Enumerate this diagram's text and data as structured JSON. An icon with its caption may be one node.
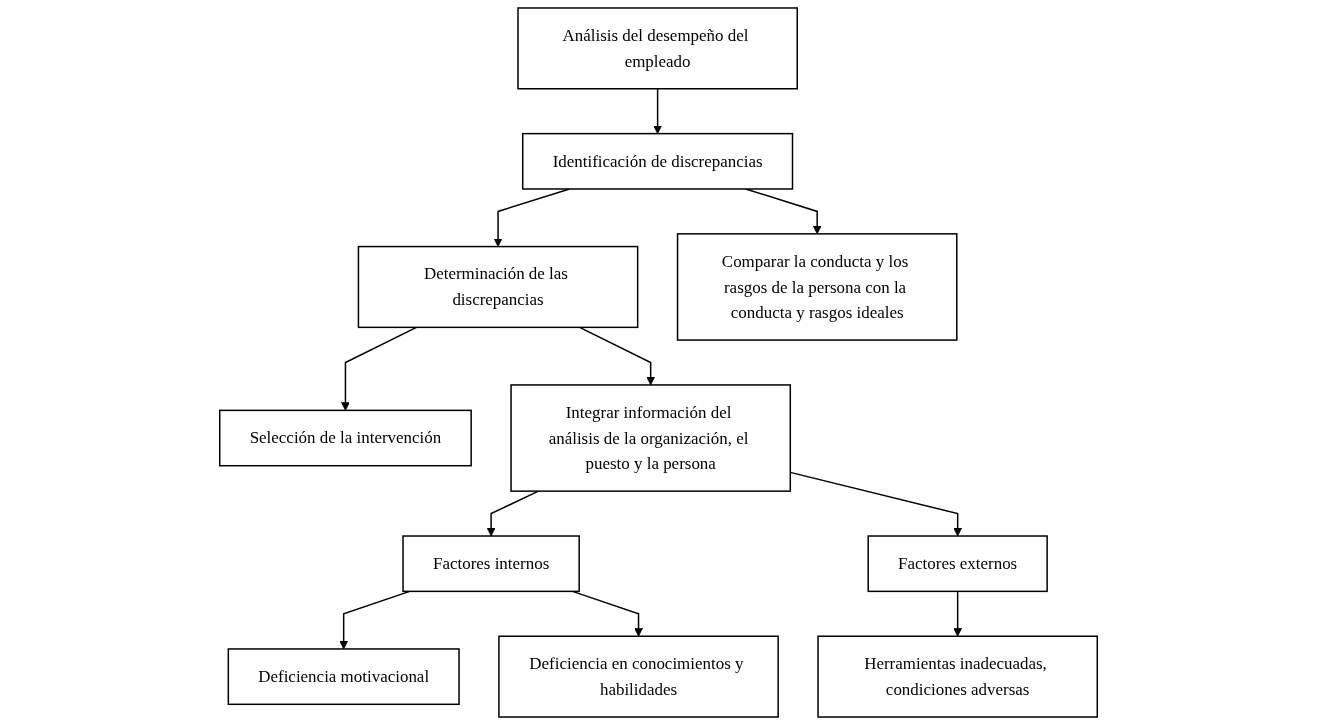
{
  "diagram": {
    "nodes": [
      {
        "text": [
          "Análisis del desempeño del empleado"
        ]
      },
      {
        "text": [
          "Identificación de discrepancias"
        ]
      },
      {
        "text": [
          "Determinación de las discrepancias"
        ]
      },
      {
        "text": [
          "Selección de la intervención"
        ]
      },
      {
        "text": [
          "Comparar la conducta y los rasgos de la persona con la conducta y rasgos ideales"
        ]
      },
      {
        "text": [
          "Integrar información del análisis de la organización, el puesto y la persona"
        ]
      },
      {
        "text": [
          "Factores internos"
        ]
      },
      {
        "text": [
          "Factores externos"
        ]
      },
      {
        "text": [
          "Deficiencia motivacional"
        ]
      },
      {
        "text": [
          "Deficiencia en conocimientos y habilidades"
        ]
      },
      {
        "text": [
          "Herramientas inadecuadas, condiciones adversas"
        ]
      }
    ],
    "edges": [
      {
        "from": 0,
        "to": 1,
        "arrow": "to"
      },
      {
        "from": 1,
        "to": 2,
        "arrow": "to"
      },
      {
        "from": 2,
        "to": 3,
        "arrow": "to"
      },
      {
        "from": 1,
        "to": 4,
        "arrow": "to"
      },
      {
        "from": 2,
        "to": 5,
        "arrow": "to"
      },
      {
        "from": 5,
        "to": 6,
        "arrow": "to"
      },
      {
        "from": 5,
        "to": 7,
        "arrow": "to"
      },
      {
        "from": 6,
        "to": 8,
        "arrow": "to"
      },
      {
        "from": 6,
        "to": 9,
        "arrow": "to"
      },
      {
        "from": 7,
        "to": 10,
        "arrow": "to"
      }
    ]
  }
}
